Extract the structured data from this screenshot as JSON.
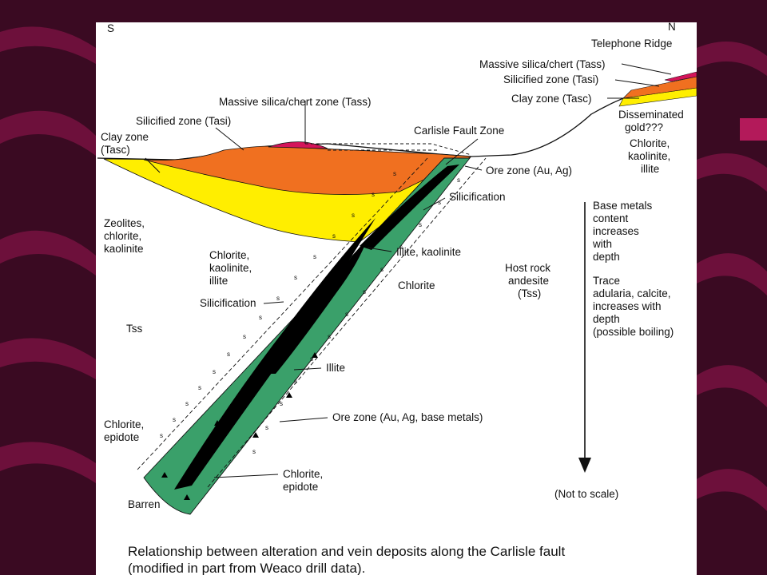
{
  "compass": {
    "south": "S",
    "north": "N"
  },
  "locations": {
    "ridge": "Telephone Ridge"
  },
  "legend_top_right": {
    "massive": "Massive silica/chert (Tass)",
    "silicified": "Silicified zone (Tasi)",
    "clay": "Clay zone (Tasc)",
    "disseminated_1": "Disseminated",
    "disseminated_2": "gold???",
    "chlorite_1": "Chlorite,",
    "chlorite_2": "kaolinite,",
    "chlorite_3": "illite"
  },
  "surface_labels": {
    "massive_zone": "Massive silica/chert zone (Tass)",
    "silicified_zone": "Silicified zone (Tasi)",
    "clay_1": "Clay zone",
    "clay_2": "(Tasc)",
    "fault_zone": "Carlisle Fault Zone",
    "ore_zone_top": "Ore zone (Au, Ag)",
    "silicification_right": "Silicification"
  },
  "left_labels": {
    "zeolites_1": "Zeolites,",
    "zeolites_2": "chlorite,",
    "zeolites_3": "kaolinite",
    "ckl_1": "Chlorite,",
    "ckl_2": "kaolinite,",
    "ckl_3": "illite",
    "silicification_left": "Silicification",
    "tss": "Tss",
    "chl_epi_1": "Chlorite,",
    "chl_epi_2": "epidote",
    "barren": "Barren"
  },
  "middle_labels": {
    "illite_kaolinite": "Illite, kaolinite",
    "chlorite": "Chlorite",
    "illite": "Illite",
    "ore_zone_base": "Ore zone (Au, Ag, base metals)",
    "chl_epi_bottom_1": "Chlorite,",
    "chl_epi_bottom_2": "epidote"
  },
  "host_rock": {
    "line1": "Host rock",
    "line2": "andesite",
    "line3": "(Tss)"
  },
  "depth_notes": {
    "base_1": "Base metals",
    "base_2": "content",
    "base_3": "increases",
    "base_4": "with",
    "base_5": "depth",
    "trace_1": "Trace",
    "trace_2": "adularia, calcite,",
    "trace_3": "increases with",
    "trace_4": "depth",
    "trace_5": "(possible boiling)",
    "scale": "(Not to scale)"
  },
  "caption": {
    "line1": "Relationship between alteration and vein deposits along the Carlisle fault",
    "line2": "(modified in part from Weaco drill data)."
  },
  "colors": {
    "background": "#3a0a22",
    "stripe": "#7a1242",
    "massive_silica": "#d4145a",
    "silicified": "#f07020",
    "clay": "#ffee00",
    "vein_green": "#3aa06a",
    "ore_black": "#000000"
  }
}
